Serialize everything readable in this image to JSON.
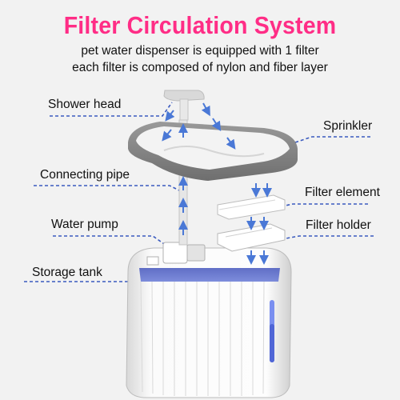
{
  "header": {
    "title": "Filter Circulation System",
    "subtitle_line1": "pet water  dispenser is equipped with 1 filter",
    "subtitle_line2": "each filter is composed of nylon and fiber layer"
  },
  "labels": {
    "shower_head": "Shower head",
    "sprinkler": "Sprinkler",
    "connecting_pipe": "Connecting pipe",
    "filter_element": "Filter element",
    "water_pump": "Water pump",
    "filter_holder": "Filter holder",
    "storage_tank": "Storage tank"
  },
  "colors": {
    "title": "#ff2d86",
    "leader_line": "#3b5bbf",
    "flow_arrow": "#4a78d6",
    "water": "#5b6fc8",
    "water_level": "#7a8ff0"
  }
}
